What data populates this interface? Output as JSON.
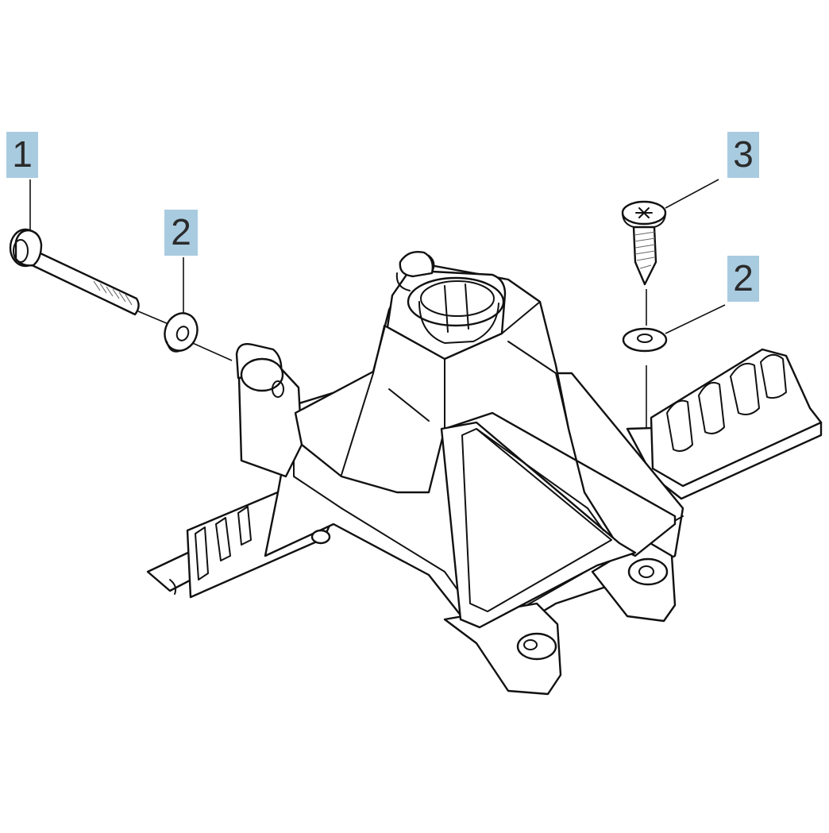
{
  "callouts": [
    {
      "id": "bolt",
      "label": "1"
    },
    {
      "id": "washer-left",
      "label": "2"
    },
    {
      "id": "screw",
      "label": "3"
    },
    {
      "id": "washer-right",
      "label": "2"
    }
  ]
}
